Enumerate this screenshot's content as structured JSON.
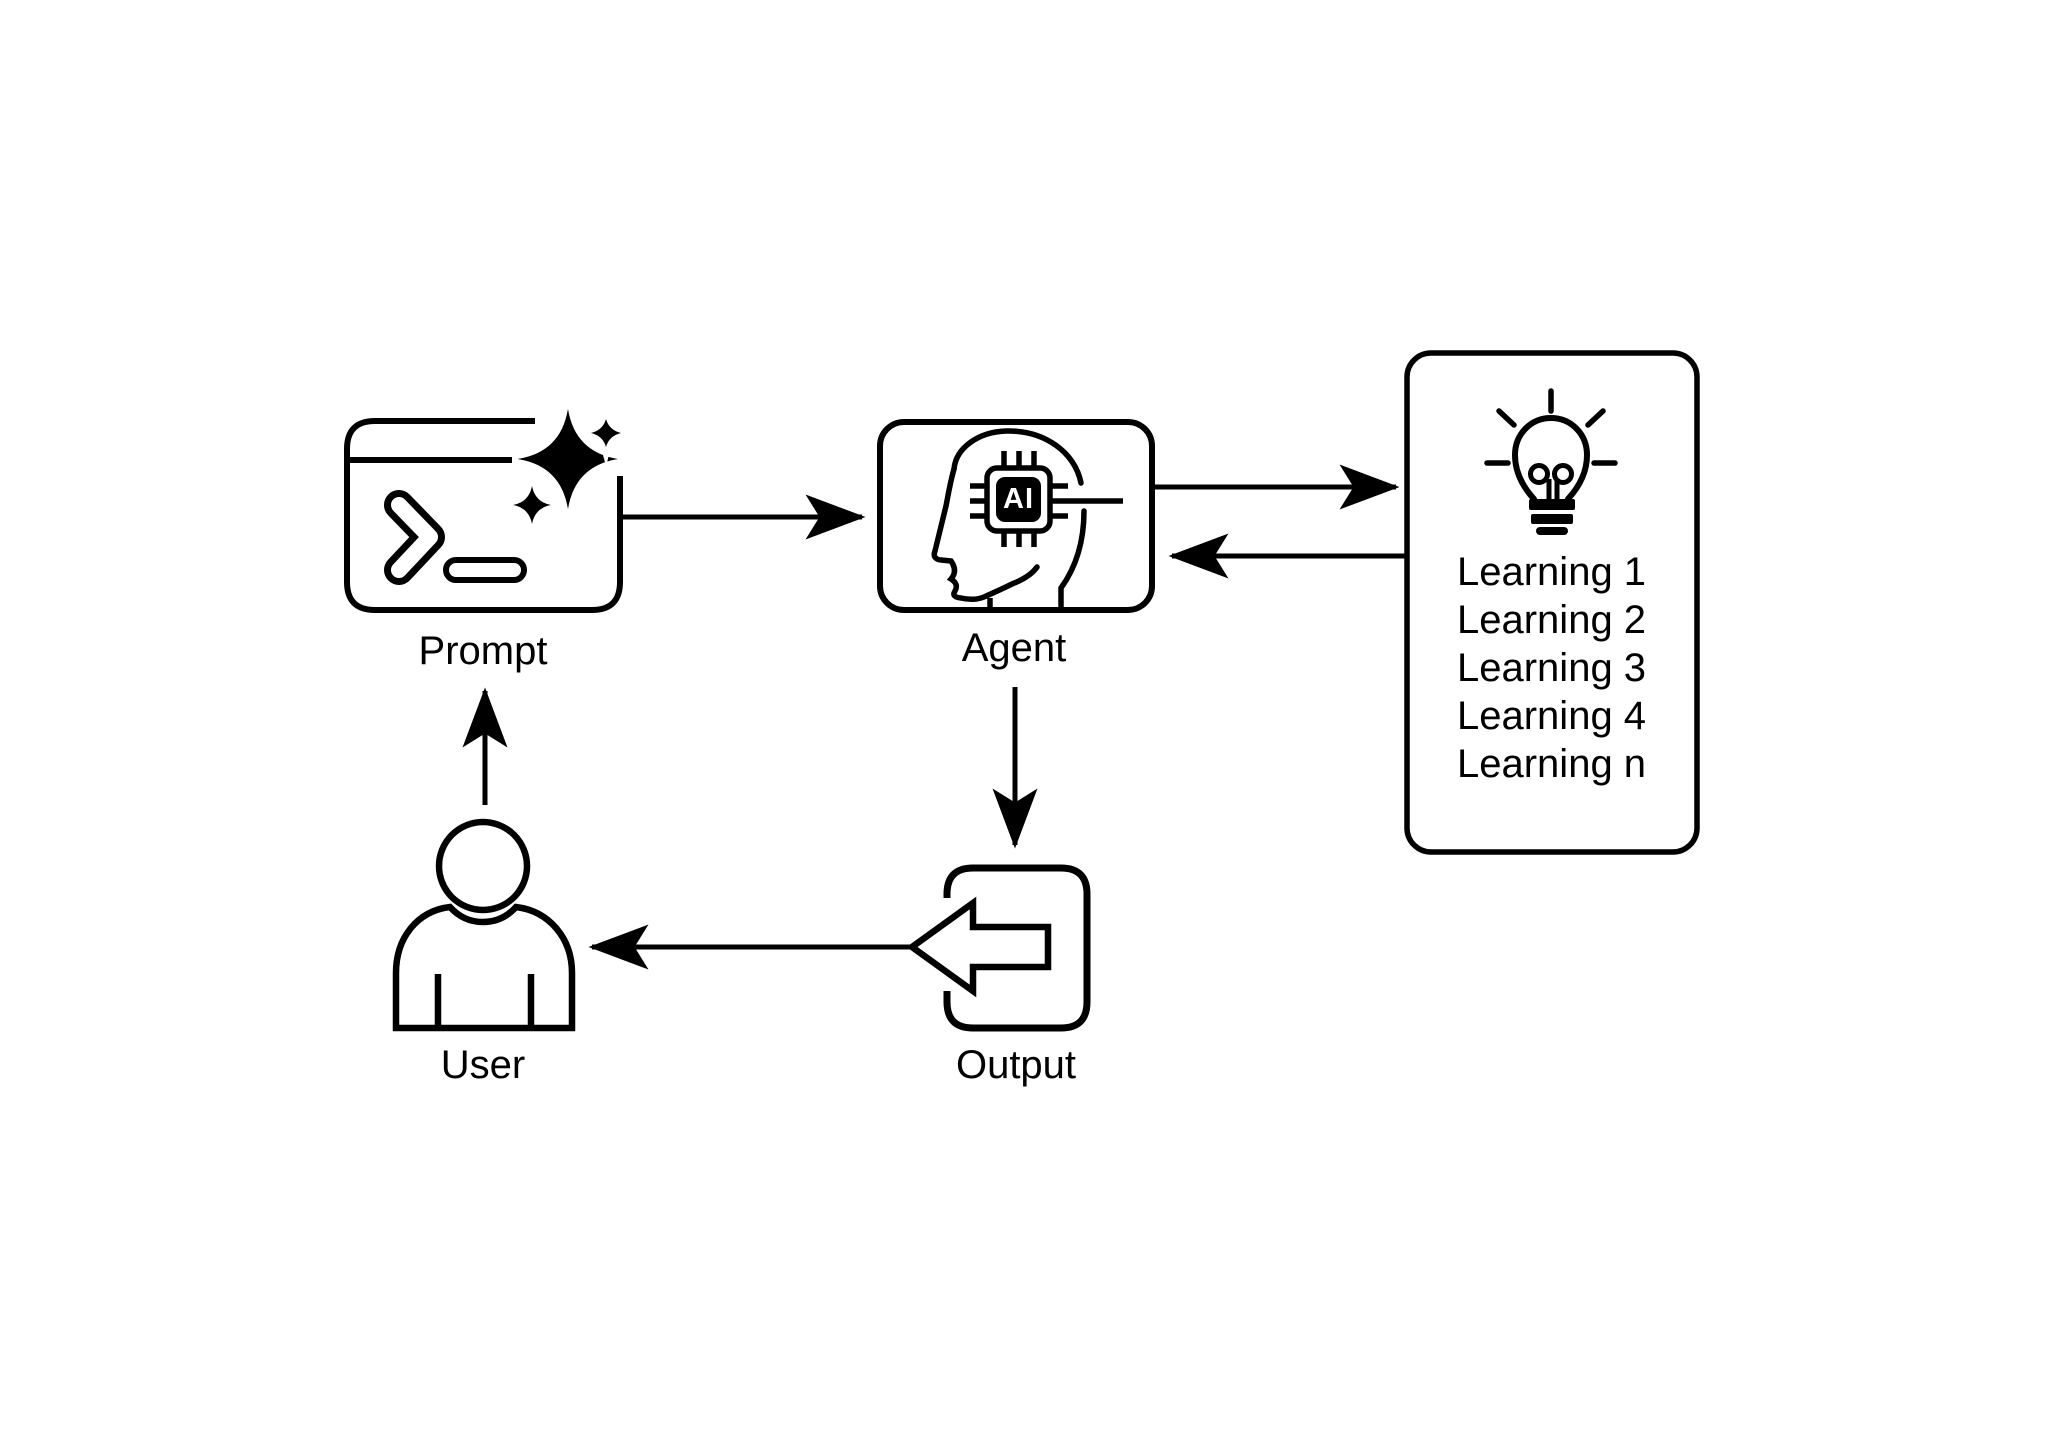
{
  "colors": {
    "ink": "#000000",
    "background": "#ffffff"
  },
  "diagram": {
    "nodes": {
      "prompt": {
        "label": "Prompt",
        "icon": "terminal-sparkle-icon"
      },
      "agent": {
        "label": "Agent",
        "icon": "ai-head-chip-icon",
        "chip_text": "AI"
      },
      "learnings": {
        "icon": "lightbulb-icon",
        "items": [
          "Learning 1",
          "Learning 2",
          "Learning 3",
          "Learning 4",
          "Learning n"
        ]
      },
      "output": {
        "label": "Output",
        "icon": "return-arrow-icon"
      },
      "user": {
        "label": "User",
        "icon": "person-icon"
      }
    },
    "edges": [
      {
        "from": "Prompt",
        "to": "Agent",
        "direction": "right"
      },
      {
        "from": "Agent",
        "to": "Learnings",
        "direction": "right"
      },
      {
        "from": "Learnings",
        "to": "Agent",
        "direction": "left"
      },
      {
        "from": "Agent",
        "to": "Output",
        "direction": "down"
      },
      {
        "from": "Output",
        "to": "User",
        "direction": "left"
      },
      {
        "from": "User",
        "to": "Prompt",
        "direction": "up"
      }
    ]
  }
}
